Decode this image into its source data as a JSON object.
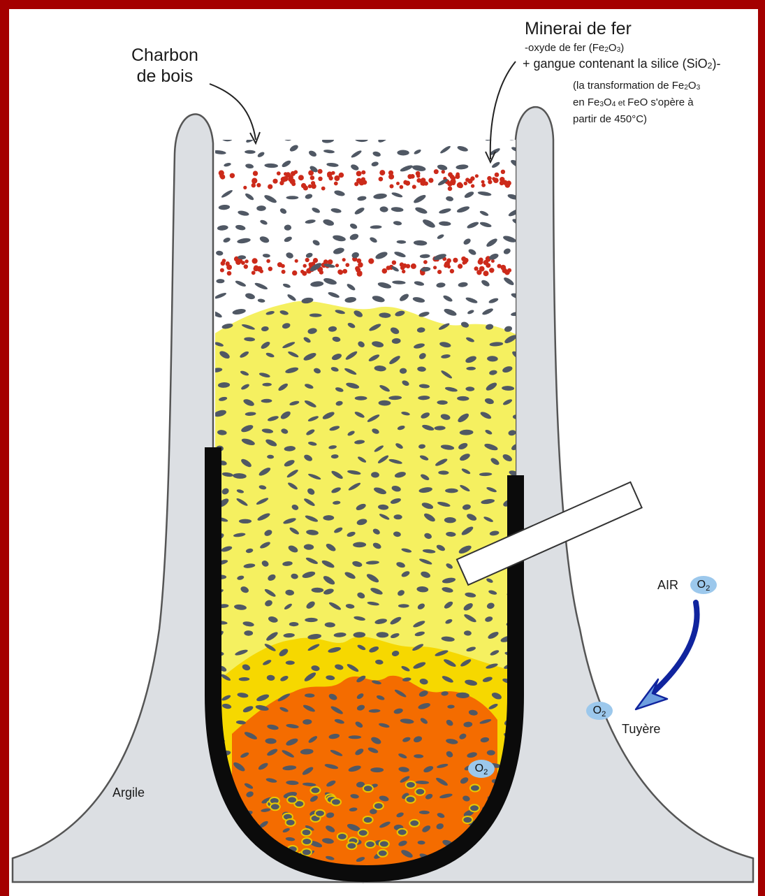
{
  "labels": {
    "charbon_line1": "Charbon",
    "charbon_line2": "de bois",
    "minerai_title": "Minerai de fer",
    "oxyde_prefix": "-oxyde de fer (Fe",
    "oxyde_sub1": "2",
    "oxyde_mid": "O",
    "oxyde_sub2": "3",
    "oxyde_suffix": ")",
    "gangue_prefix": "+ gangue contenant la silice (SiO",
    "gangue_sub": "2",
    "gangue_suffix": ")-",
    "transfo_line1_prefix": "(la transformation de Fe",
    "transfo_line1_sub1": "2",
    "transfo_line1_mid": "O",
    "transfo_line1_sub2": "3",
    "transfo_line2_a": "en Fe",
    "transfo_line2_sub1": "3",
    "transfo_line2_b": "O",
    "transfo_line2_sub2": "4",
    "transfo_line2_c": " et ",
    "transfo_line2_d": "FeO s'opère à",
    "transfo_line3": "partir de 450°C)",
    "air": "AIR",
    "tuyere": "Tuyère",
    "argile": "Argile",
    "o2_base": "O",
    "o2_sub": "2"
  },
  "colors": {
    "frame": "#a40000",
    "clay": "#dcdfe3",
    "clay_outline": "#555555",
    "charcoal": "#505864",
    "iron_ore": "#cc2a1a",
    "hot_zone": "#f5f060",
    "hotter_zone": "#f6d800",
    "melt_zone": "#f46c00",
    "crucible_wall": "#0b0b0b",
    "oxygen": "#9cc8ec",
    "air_arrow": "#10249e"
  }
}
